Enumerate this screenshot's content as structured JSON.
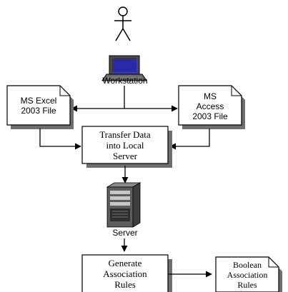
{
  "nodes": {
    "user": {
      "icon": "stick-figure-user-icon"
    },
    "workstation": {
      "icon": "laptop-computer-icon",
      "label": "Workstation"
    },
    "excel_file": {
      "icon": "document-icon",
      "label": "MS Excel\n2003 File"
    },
    "access_file": {
      "icon": "document-icon",
      "label": "MS\nAccess\n2003 File"
    },
    "transfer": {
      "label": "Transfer Data\ninto Local\nServer"
    },
    "server": {
      "icon": "server-tower-icon",
      "label": "Server"
    },
    "generate": {
      "label": "Generate\nAssociation\nRules"
    },
    "boolean_rules": {
      "icon": "document-icon",
      "label": "Boolean\nAssociation\nRules"
    }
  },
  "colors": {
    "line": "#000000",
    "shadow": "#6f6f6f",
    "box_fill": "#ffffff",
    "screen": "#2a2aa8",
    "laptop_body": "#4a4a4a",
    "server_body": "#5c5c5c",
    "server_light": "#c8c8c8"
  }
}
